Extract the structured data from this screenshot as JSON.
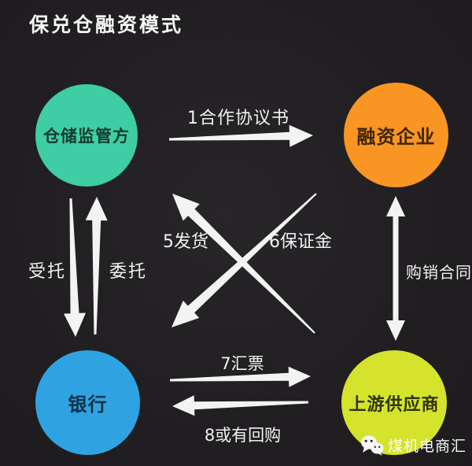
{
  "title": "保兑仓融资模式",
  "colors": {
    "background": "#211f21",
    "arrow": "#f3f3f3",
    "label_text": "#f2f2f2"
  },
  "nodes": {
    "warehouse": {
      "label": "仓储监管方",
      "color": "#3fcda3"
    },
    "financer": {
      "label": "融资企业",
      "color": "#f99522"
    },
    "bank": {
      "label": "银行",
      "color": "#2fa3e2"
    },
    "supplier": {
      "label": "上游供应商",
      "color": "#d5e32c"
    }
  },
  "edges": {
    "cooperation": {
      "label": "1合作协议书",
      "from": "仓储监管方",
      "to": "融资企业",
      "direction": "right"
    },
    "entrusted": {
      "label": "受托",
      "from": "仓储监管方",
      "to": "银行",
      "direction": "down"
    },
    "entrust": {
      "label": "委托",
      "from": "银行",
      "to": "仓储监管方",
      "direction": "up"
    },
    "purchase": {
      "label": "购销合同",
      "from": "融资企业",
      "to": "上游供应商",
      "direction": "both"
    },
    "shipping": {
      "label": "5发货",
      "from": "上游供应商",
      "to": "仓储监管方",
      "direction": "up-left"
    },
    "deposit": {
      "label": "6保证金",
      "from": "融资企业",
      "to": "银行",
      "direction": "down-left"
    },
    "draft": {
      "label": "7汇票",
      "from": "银行",
      "to": "上游供应商",
      "direction": "right"
    },
    "repurchase": {
      "label": "8或有回购",
      "from": "上游供应商",
      "to": "银行",
      "direction": "left"
    }
  },
  "watermark": {
    "icon": "wechat-icon",
    "text": "煤机电商汇"
  }
}
